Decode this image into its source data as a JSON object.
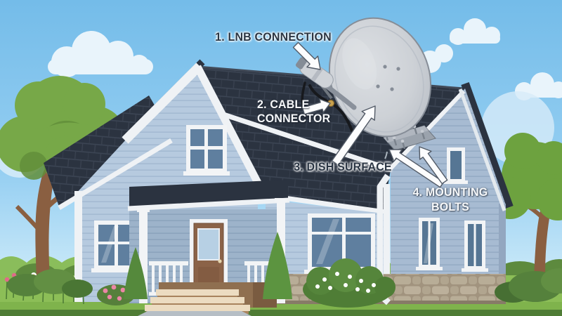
{
  "callouts": [
    {
      "id": "lnb-connection",
      "line1": "1. LNB CONNECTION",
      "line2": ""
    },
    {
      "id": "cable-connector",
      "line1": "2. CABLE",
      "line2": "CONNECTOR"
    },
    {
      "id": "dish-surface",
      "line1": "3. DISH SURFACE",
      "line2": ""
    },
    {
      "id": "mounting-bolts",
      "line1": "4. MOUNTING",
      "line2": "BOLTS"
    }
  ],
  "icons": {
    "callout_arrow": "outlined-white-pointer-arrow"
  },
  "colors": {
    "sky_top": "#74bce9",
    "sky_bottom": "#c6e7f8",
    "cloud": "#e9f4fb",
    "roof": "#2b3340",
    "roof_tile_line": "#3d4655",
    "trim": "#eff2f5",
    "siding_light": "#b6cadf",
    "siding_shade": "#a7bbd2",
    "porch_shade": "#9db3ca",
    "door": "#8b6348",
    "step_tread": "#ecdcc1",
    "step_riser": "#8f6f50",
    "stone": "#b8ad97",
    "walkway": "#b6bec5",
    "lawn": "#8cbe57",
    "lawn_dark": "#4f7c35",
    "hedge": "#8abd5b",
    "foliage": "#77a848",
    "trunk": "#8a5f41",
    "bush_dark": "#55813c",
    "dish": "#cdd1d6",
    "dish_rim": "#868d97",
    "metal": "#9aa1ab",
    "cable": "#17191d",
    "connector_gold": "#c9a14e",
    "label_dark": "#2b3644",
    "label_light": "#f6f8fa",
    "arrow_fill": "#fcfdfe",
    "arrow_outline": "#525a66"
  }
}
